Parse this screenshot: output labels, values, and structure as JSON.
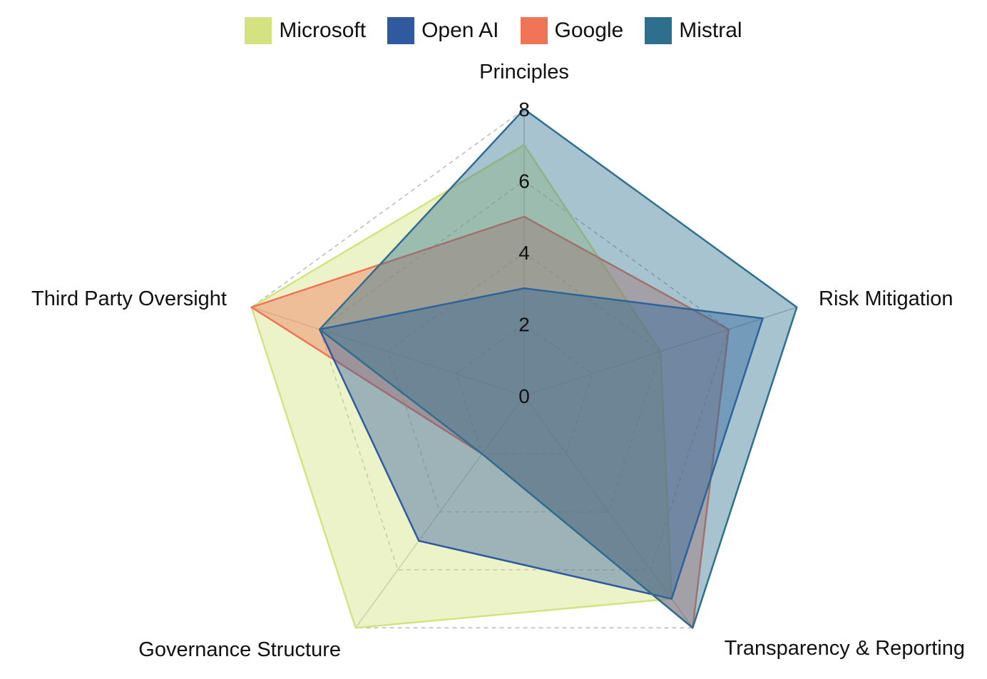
{
  "chart_data": {
    "type": "radar",
    "axes": [
      "Principles",
      "Risk Mitigation",
      "Transparency & Reporting",
      "Governance Structure",
      "Third Party Oversight"
    ],
    "rlim": [
      0,
      8
    ],
    "radial_ticks": [
      "0",
      "2",
      "4",
      "6",
      "8"
    ],
    "grid": true,
    "legend_position": "top",
    "series": [
      {
        "name": "Microsoft",
        "color": "#d4e37f",
        "values": [
          7,
          4,
          7,
          8,
          8
        ]
      },
      {
        "name": "Google",
        "color": "#ef7556",
        "values": [
          5,
          6,
          8,
          2,
          8
        ]
      },
      {
        "name": "Open AI",
        "color": "#2f5aa0",
        "values": [
          3,
          7,
          7,
          5,
          6
        ]
      },
      {
        "name": "Mistral",
        "color": "#2e6f8e",
        "values": [
          8,
          8,
          8,
          2,
          6
        ]
      }
    ],
    "legend": [
      {
        "name": "Microsoft",
        "color": "#d4e37f"
      },
      {
        "name": "Open AI",
        "color": "#2f5aa0"
      },
      {
        "name": "Google",
        "color": "#ef7556"
      },
      {
        "name": "Mistral",
        "color": "#2e6f8e"
      }
    ]
  }
}
